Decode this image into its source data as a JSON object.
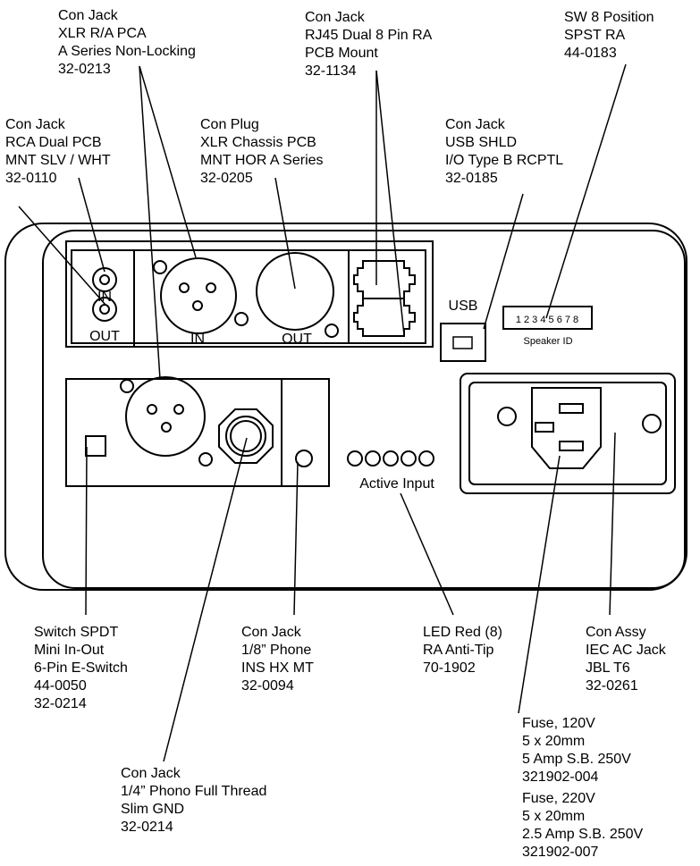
{
  "callouts": {
    "xlr_ra": [
      "Con Jack",
      "XLR R/A PCA",
      "A Series Non-Locking",
      "32-0213"
    ],
    "rj45": [
      "Con Jack",
      "RJ45 Dual 8 Pin RA",
      "PCB Mount",
      "32-1134"
    ],
    "dip_switch": [
      "SW 8 Position",
      "SPST RA",
      "44-0183"
    ],
    "rca": [
      "Con Jack",
      "RCA Dual PCB",
      "MNT SLV / WHT",
      "32-0110"
    ],
    "xlr_chassis": [
      "Con Plug",
      "XLR Chassis PCB",
      "MNT HOR A Series",
      "32-0205"
    ],
    "usb": [
      "Con Jack",
      "USB SHLD",
      "I/O Type B RCPTL",
      "32-0185"
    ],
    "spdt": [
      "Switch SPDT",
      "Mini In-Out",
      "6-Pin E-Switch",
      "44-0050",
      "32-0214"
    ],
    "eighth_phone": [
      "Con Jack",
      "1/8” Phone",
      "INS HX MT",
      "32-0094"
    ],
    "led": [
      "LED Red (8)",
      "RA Anti-Tip",
      "70-1902"
    ],
    "iec": [
      "Con Assy",
      "IEC AC Jack",
      "JBL T6",
      "32-0261"
    ],
    "fuse_120": [
      "Fuse, 120V",
      "5 x 20mm",
      "5 Amp S.B. 250V",
      "321902-004"
    ],
    "fuse_220": [
      "Fuse, 220V",
      "5 x 20mm",
      "2.5 Amp S.B. 250V",
      "321902-007"
    ],
    "quarter_phono": [
      "Con Jack",
      "1/4” Phono Full Thread",
      "Slim GND",
      "32-0214"
    ]
  },
  "panel_labels": {
    "rca_in": "IN",
    "rca_out": "OUT",
    "xlr_in": "IN",
    "xlr_out": "OUT",
    "usb": "USB",
    "dip_numbers": "1 2 3 4 5 6 7 8",
    "speaker_id": "Speaker ID",
    "active_input": "Active Input"
  }
}
